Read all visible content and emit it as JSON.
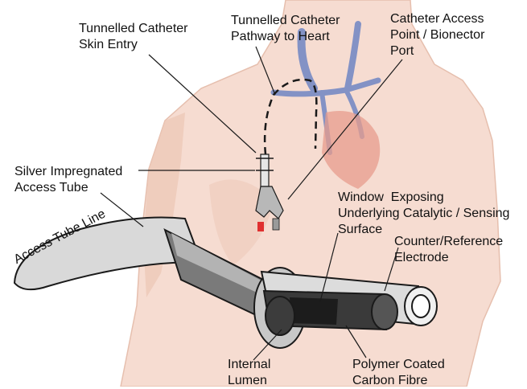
{
  "labels": {
    "skin_entry": "Tunnelled Catheter\nSkin Entry",
    "pathway": "Tunnelled Catheter\nPathway to Heart",
    "access_point": "Catheter Access\nPoint / Bionector\nPort",
    "silver_tube": "Silver Impregnated\nAccess Tube",
    "access_tube_line": "Access Tube Line",
    "window": "Window  Exposing\nUnderlying Catalytic / Sensing\nSurface",
    "counter_electrode": "Counter/Reference\nElectrode",
    "internal_lumen": "Internal\nLumen",
    "carbon_fibre": "Polymer Coated\nCarbon Fibre"
  },
  "colors": {
    "skin": "#f6dcd1",
    "skin_shadow": "#ecc6b5",
    "outline": "#1a1a1a",
    "tube_light": "#d9d9d9",
    "tube_mid": "#9a9a9a",
    "tube_dark": "#4a4a4a",
    "fibre": "#1c1c1c"
  }
}
